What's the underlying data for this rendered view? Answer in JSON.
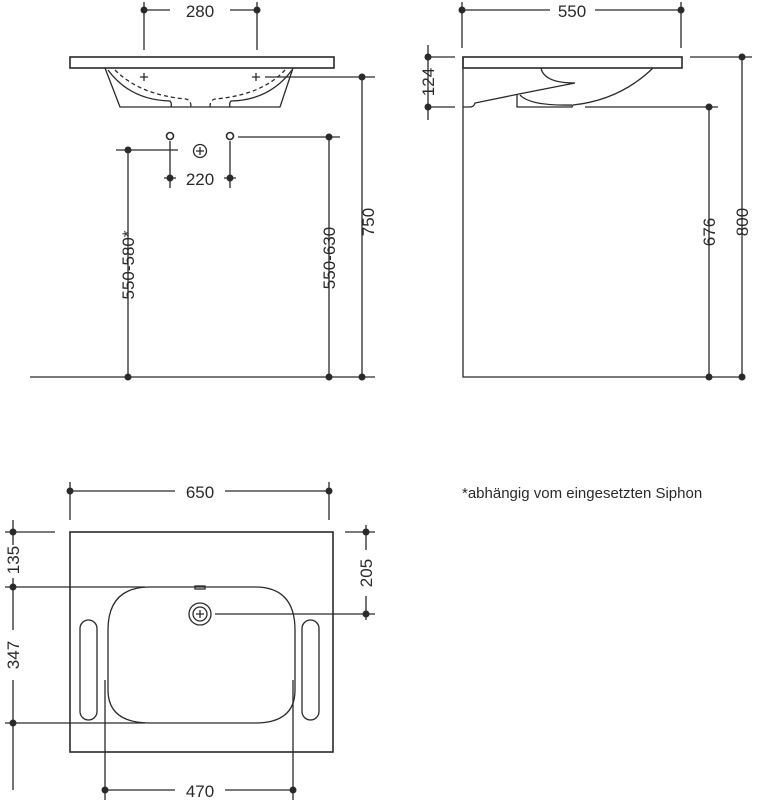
{
  "dimensions": {
    "front_tap_spacing": "280",
    "front_valve_spacing": "220",
    "front_height_siphon": "550-580*",
    "front_height_valves": "550-630",
    "front_total_height": "750",
    "side_depth": "550",
    "side_basin_height": "124",
    "side_underside_height": "676",
    "side_total_height": "800",
    "top_width": "650",
    "top_front_edge": "135",
    "top_basin_depth": "347",
    "top_drain_offset": "205",
    "top_grip_spacing": "470"
  },
  "footnote": "*abhängig vom eingesetzten Siphon"
}
